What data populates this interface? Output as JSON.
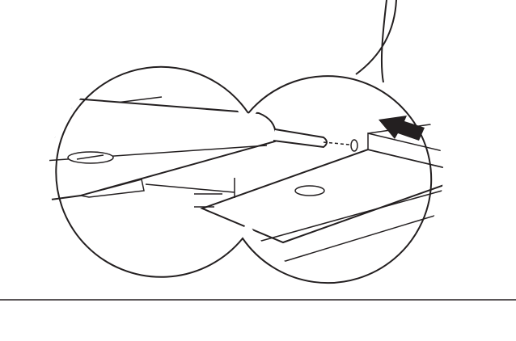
{
  "colors": {
    "line": "#231f20",
    "background": "#ffffff",
    "arrow_fill": "#231f20"
  },
  "icons": [
    "callout-bubble",
    "push-direction-arrow",
    "pin-tool",
    "panel-hole"
  ]
}
